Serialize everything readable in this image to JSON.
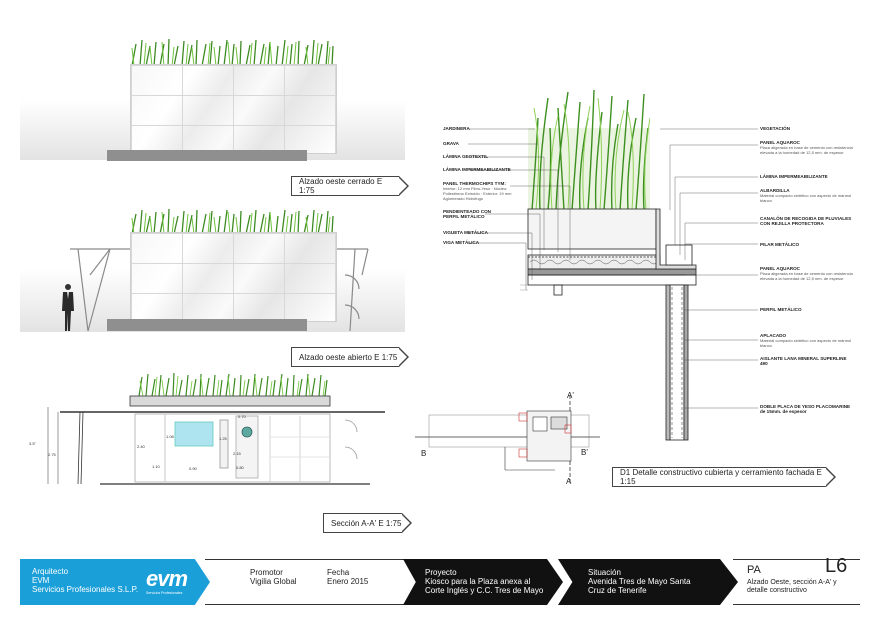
{
  "sheet": {
    "titles": {
      "closed": "Alzado oeste cerrado  E 1:75",
      "open": "Alzado oeste abierto  E 1:75",
      "section": "Sección A-A'  E 1:75",
      "detail": "D1 Detalle constructivo cubierta y cerramiento fachada  E 1:15"
    },
    "section_dims": {
      "h1": "3.5\"",
      "h2": "2.75",
      "a": "2.40",
      "b": "1.10",
      "c": "1.08",
      "d": "1.25",
      "e": "2.15",
      "f": "0.90",
      "g": "0.80",
      "h": "0.70"
    },
    "detail_left_labels": [
      {
        "title": "JARDINERA",
        "sub": ""
      },
      {
        "title": "GRAVA",
        "sub": ""
      },
      {
        "title": "LÁMINA GEOTEXTIL",
        "sub": ""
      },
      {
        "title": "LÁMINA IMPERMEABILIZANTE",
        "sub": ""
      },
      {
        "title": "PANEL THERMOCHIPS TYM:",
        "sub": "Interior: 12 mm Fibro-Yeso · Núcleo: Poliestireno Extruido · Exterior: 19 mm Aglomerado Hidrófugo"
      },
      {
        "title": "PENDIENTEADO CON PERFIL METÁLICO",
        "sub": ""
      },
      {
        "title": "VIGUETA METÁLICA",
        "sub": ""
      },
      {
        "title": "VIGA METÁLICA",
        "sub": ""
      }
    ],
    "detail_right_labels": [
      {
        "title": "VEGETACIÓN",
        "sub": ""
      },
      {
        "title": "PANEL AQUAROC",
        "sub": "Placa aligerada en base de cemento con resistencia elevada a la humedad de 12,5 mm. de espesor"
      },
      {
        "title": "LÁMINA IMPERMEABILIZANTE",
        "sub": ""
      },
      {
        "title": "ALBARDILLA",
        "sub": "Material compacto sintético con aspecto de mármol blanco"
      },
      {
        "title": "CANALÓN DE RECOGIDA DE PLUVIALES CON REJILLA PROTECTORA",
        "sub": ""
      },
      {
        "title": "PILAR METÁLICO",
        "sub": ""
      },
      {
        "title": "PANEL AQUAROC",
        "sub": "Placa aligerada en base de cemento con resistencia elevada a la humedad de 12,5 mm. de espesor"
      },
      {
        "title": "PERFIL METÁLICO",
        "sub": ""
      },
      {
        "title": "APLACADO",
        "sub": "Material compacto sintético con aspecto de mármol blanco"
      },
      {
        "title": "AISLANTE LANA MINERAL SUPERLINE 490",
        "sub": ""
      },
      {
        "title": "DOBLE PLACA DE YESO PLACOMARINE de 15mm. de espesor",
        "sub": ""
      }
    ],
    "plan_marks": {
      "a_top": "A",
      "a_top_prime": "A'",
      "b_left": "B",
      "b_right": "B'"
    }
  },
  "footer": {
    "architect_label": "Arquitecto",
    "architect_name": "EVM",
    "architect_company": "Servicios Profesionales S.L.P.",
    "logo": "evm",
    "logo_sub": "Servicios Profesionales",
    "promoter_label": "Promotor",
    "promoter_value": "Vigilia Global",
    "date_label": "Fecha",
    "date_value": "Enero 2015",
    "project_label": "Proyecto",
    "project_value": "Kiosco para la Plaza anexa al Corte Inglés y C.C. Tres de Mayo",
    "location_label": "Situación",
    "location_value": "Avenida Tres de Mayo Santa Cruz de Tenerife",
    "phase": "PA",
    "sheet_desc": "Alzado Oeste, sección A-A' y detalle constructivo",
    "sheet_number": "L6"
  },
  "colors": {
    "accent_blue": "#1a9fd8",
    "footer_black": "#111111",
    "grass": "#4a9a2a"
  }
}
